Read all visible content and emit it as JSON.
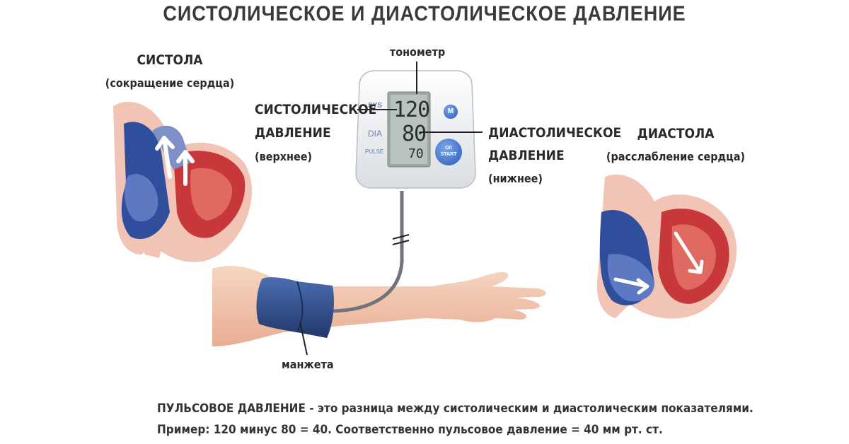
{
  "title": "СИСТОЛИЧЕСКОЕ И ДИАСТОЛИЧЕСКОЕ ДАВЛЕНИЕ",
  "systole": {
    "heading": "СИСТОЛА",
    "sub": "(сокращение сердца)"
  },
  "diastole": {
    "heading": "ДИАСТОЛА",
    "sub": "(расслабление сердца)"
  },
  "tonometer_label": "тонометр",
  "systolic_label": {
    "line1": "СИСТОЛИЧЕСКОЕ",
    "line2": "ДАВЛЕНИЕ",
    "line3": "(верхнее)"
  },
  "diastolic_label": {
    "line1": "ДИАСТОЛИЧЕСКОЕ",
    "line2": "ДАВЛЕНИЕ",
    "line3": "(нижнее)"
  },
  "cuff_label": "манжета",
  "device": {
    "sys_value": "120",
    "dia_value": "80",
    "pulse_value": "70",
    "sys_tag": "SYS",
    "dia_tag": "DIA",
    "pulse_tag": "PULSE",
    "m_button": "M",
    "start_button_line1": "O/I",
    "start_button_line2": "START"
  },
  "footer": {
    "line1": "ПУЛЬСОВОЕ ДАВЛЕНИЕ - это разница между систолическим и диастолическим показателями.",
    "line2": "Пример: 120 минус 80 = 40. Соответственно пульсовое давление = 40 мм рт. ст."
  },
  "colors": {
    "red": "#c8383a",
    "blue": "#2f4e9c",
    "cuff": "#2c4a85",
    "skin": "#f3c7ad"
  }
}
